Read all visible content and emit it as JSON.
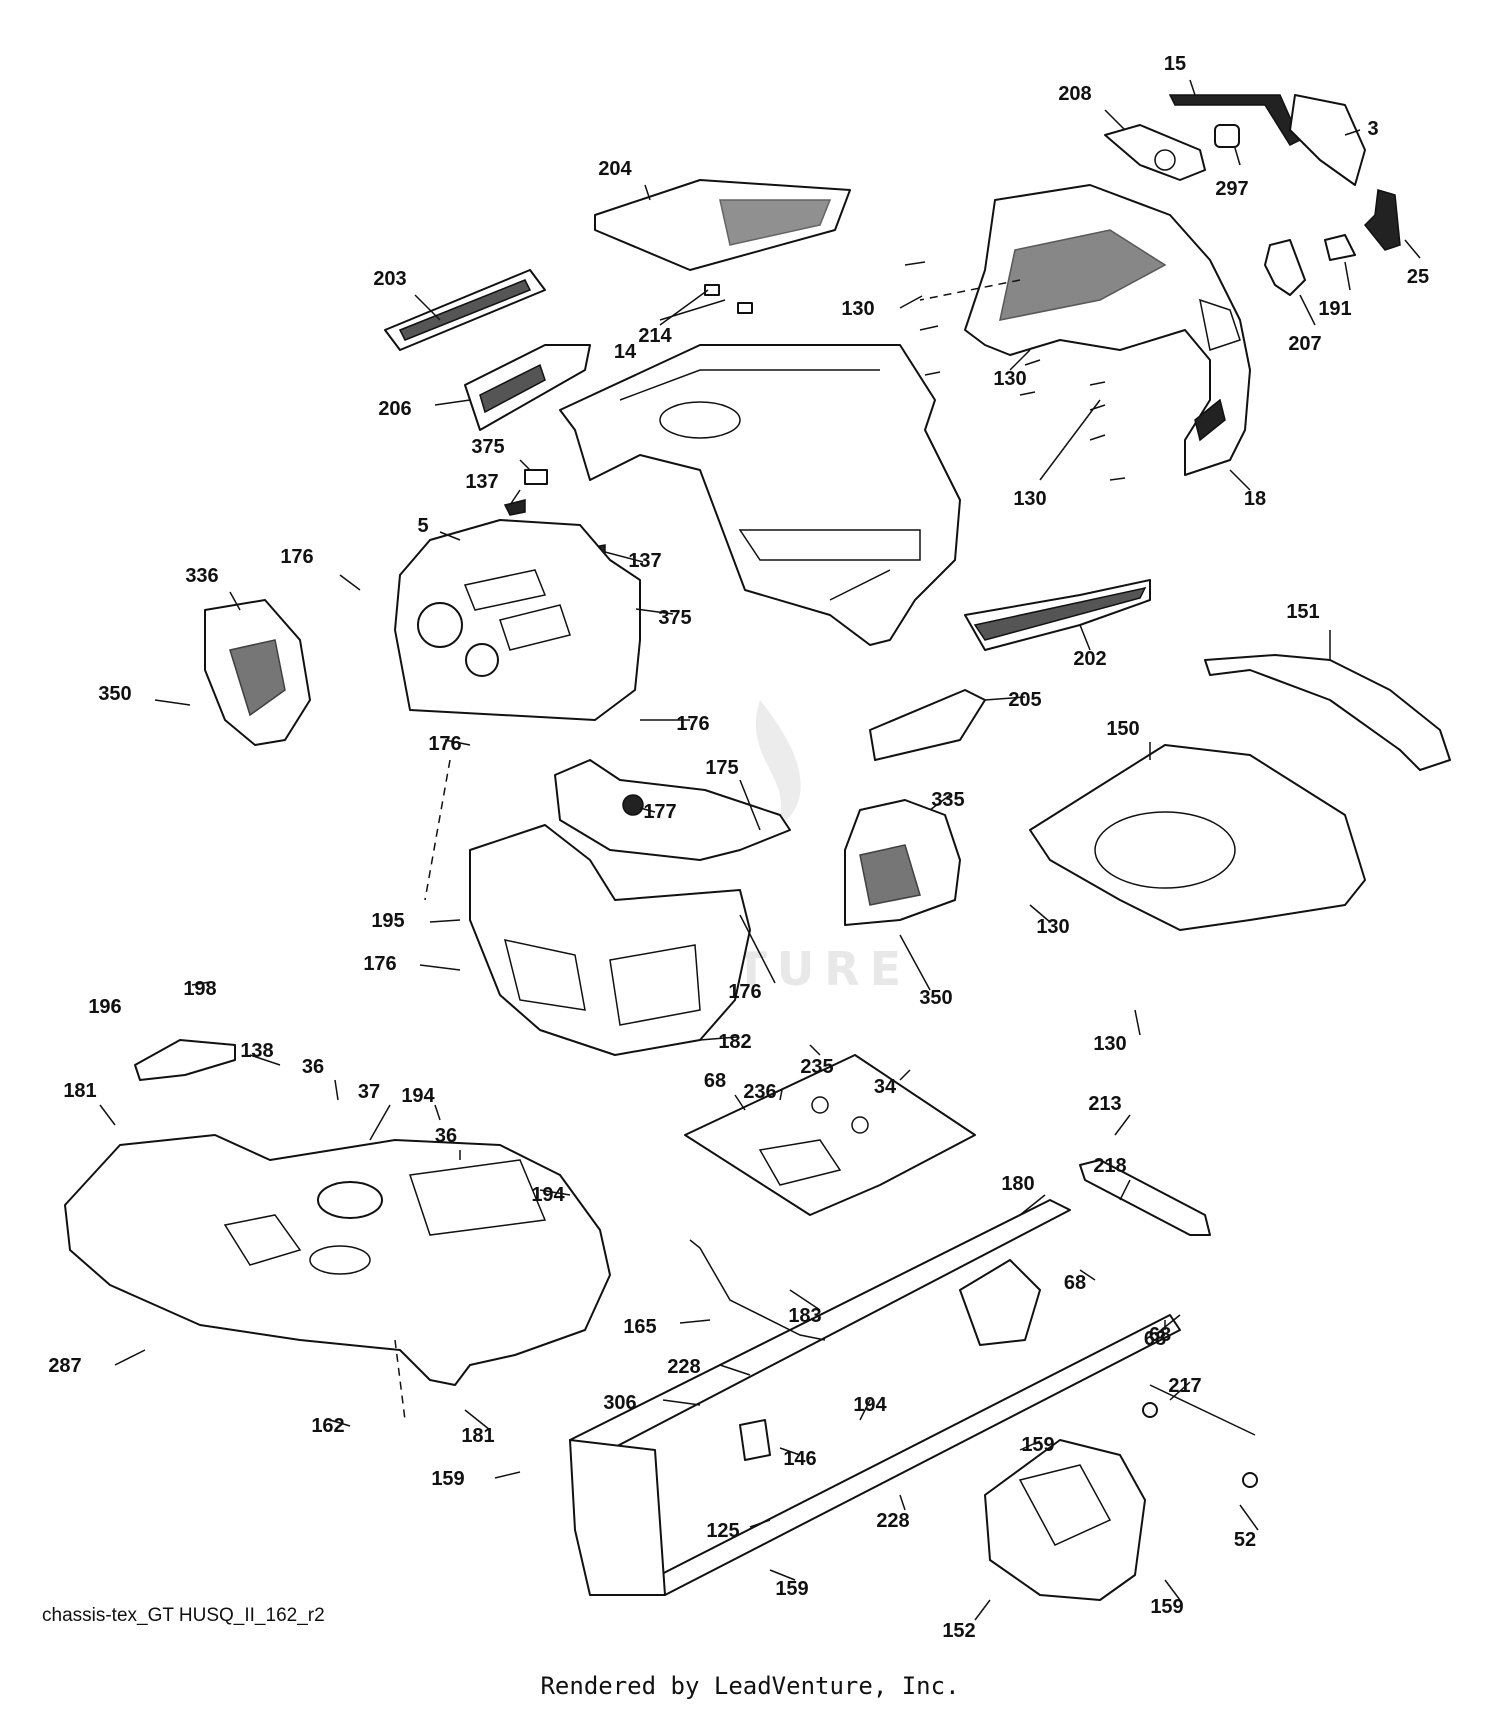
{
  "diagram_id": "chassis-tex_GT HUSQ_II_162_r2",
  "footer": "Rendered by LeadVenture, Inc.",
  "watermark": "VENTURE",
  "parts": [
    "15",
    "208",
    "3",
    "297",
    "204",
    "25",
    "191",
    "207",
    "203",
    "130",
    "214",
    "14",
    "130",
    "206",
    "130",
    "375",
    "137",
    "18",
    "5",
    "137",
    "176",
    "336",
    "375",
    "202",
    "151",
    "350",
    "205",
    "176",
    "176",
    "150",
    "175",
    "177",
    "335",
    "195",
    "130",
    "176",
    "176",
    "350",
    "198",
    "182",
    "130",
    "196",
    "138",
    "36",
    "37",
    "235",
    "34",
    "181",
    "194",
    "236",
    "36",
    "194",
    "68",
    "213",
    "218",
    "180",
    "68",
    "183",
    "68",
    "165",
    "287",
    "228",
    "68",
    "217",
    "306",
    "194",
    "162",
    "181",
    "146",
    "159",
    "159",
    "228",
    "52",
    "125",
    "159",
    "159",
    "152"
  ]
}
